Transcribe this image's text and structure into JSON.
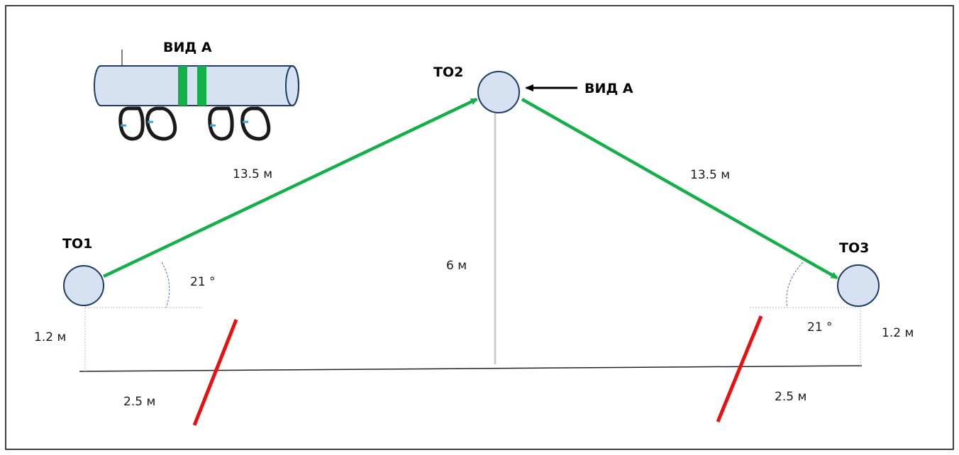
{
  "nodes": {
    "to1": "ТО1",
    "to2": "ТО2",
    "to3": "ТО3"
  },
  "view_label_top": "ВИД А",
  "view_label_pointer": "ВИД А",
  "lengths": {
    "left_rope": "13.5 м",
    "right_rope": "13.5 м",
    "height_center": "6 м",
    "height_left": "1.2 м",
    "height_right": "1.2 м",
    "offset_left": "2.5 м",
    "offset_right": "2.5 м"
  },
  "angles": {
    "left": "21 °",
    "right": "21 °"
  },
  "colors": {
    "rope": "#13b04a",
    "node_fill": "#d6e2f2",
    "node_stroke": "#1f3b66",
    "ground": "#222222",
    "red_marker": "#e81010",
    "dotted": "#c8c8c8",
    "pole": "#cccccc",
    "carabiner": "#1a1a1a",
    "carabiner_accent": "#3aa7d8"
  }
}
